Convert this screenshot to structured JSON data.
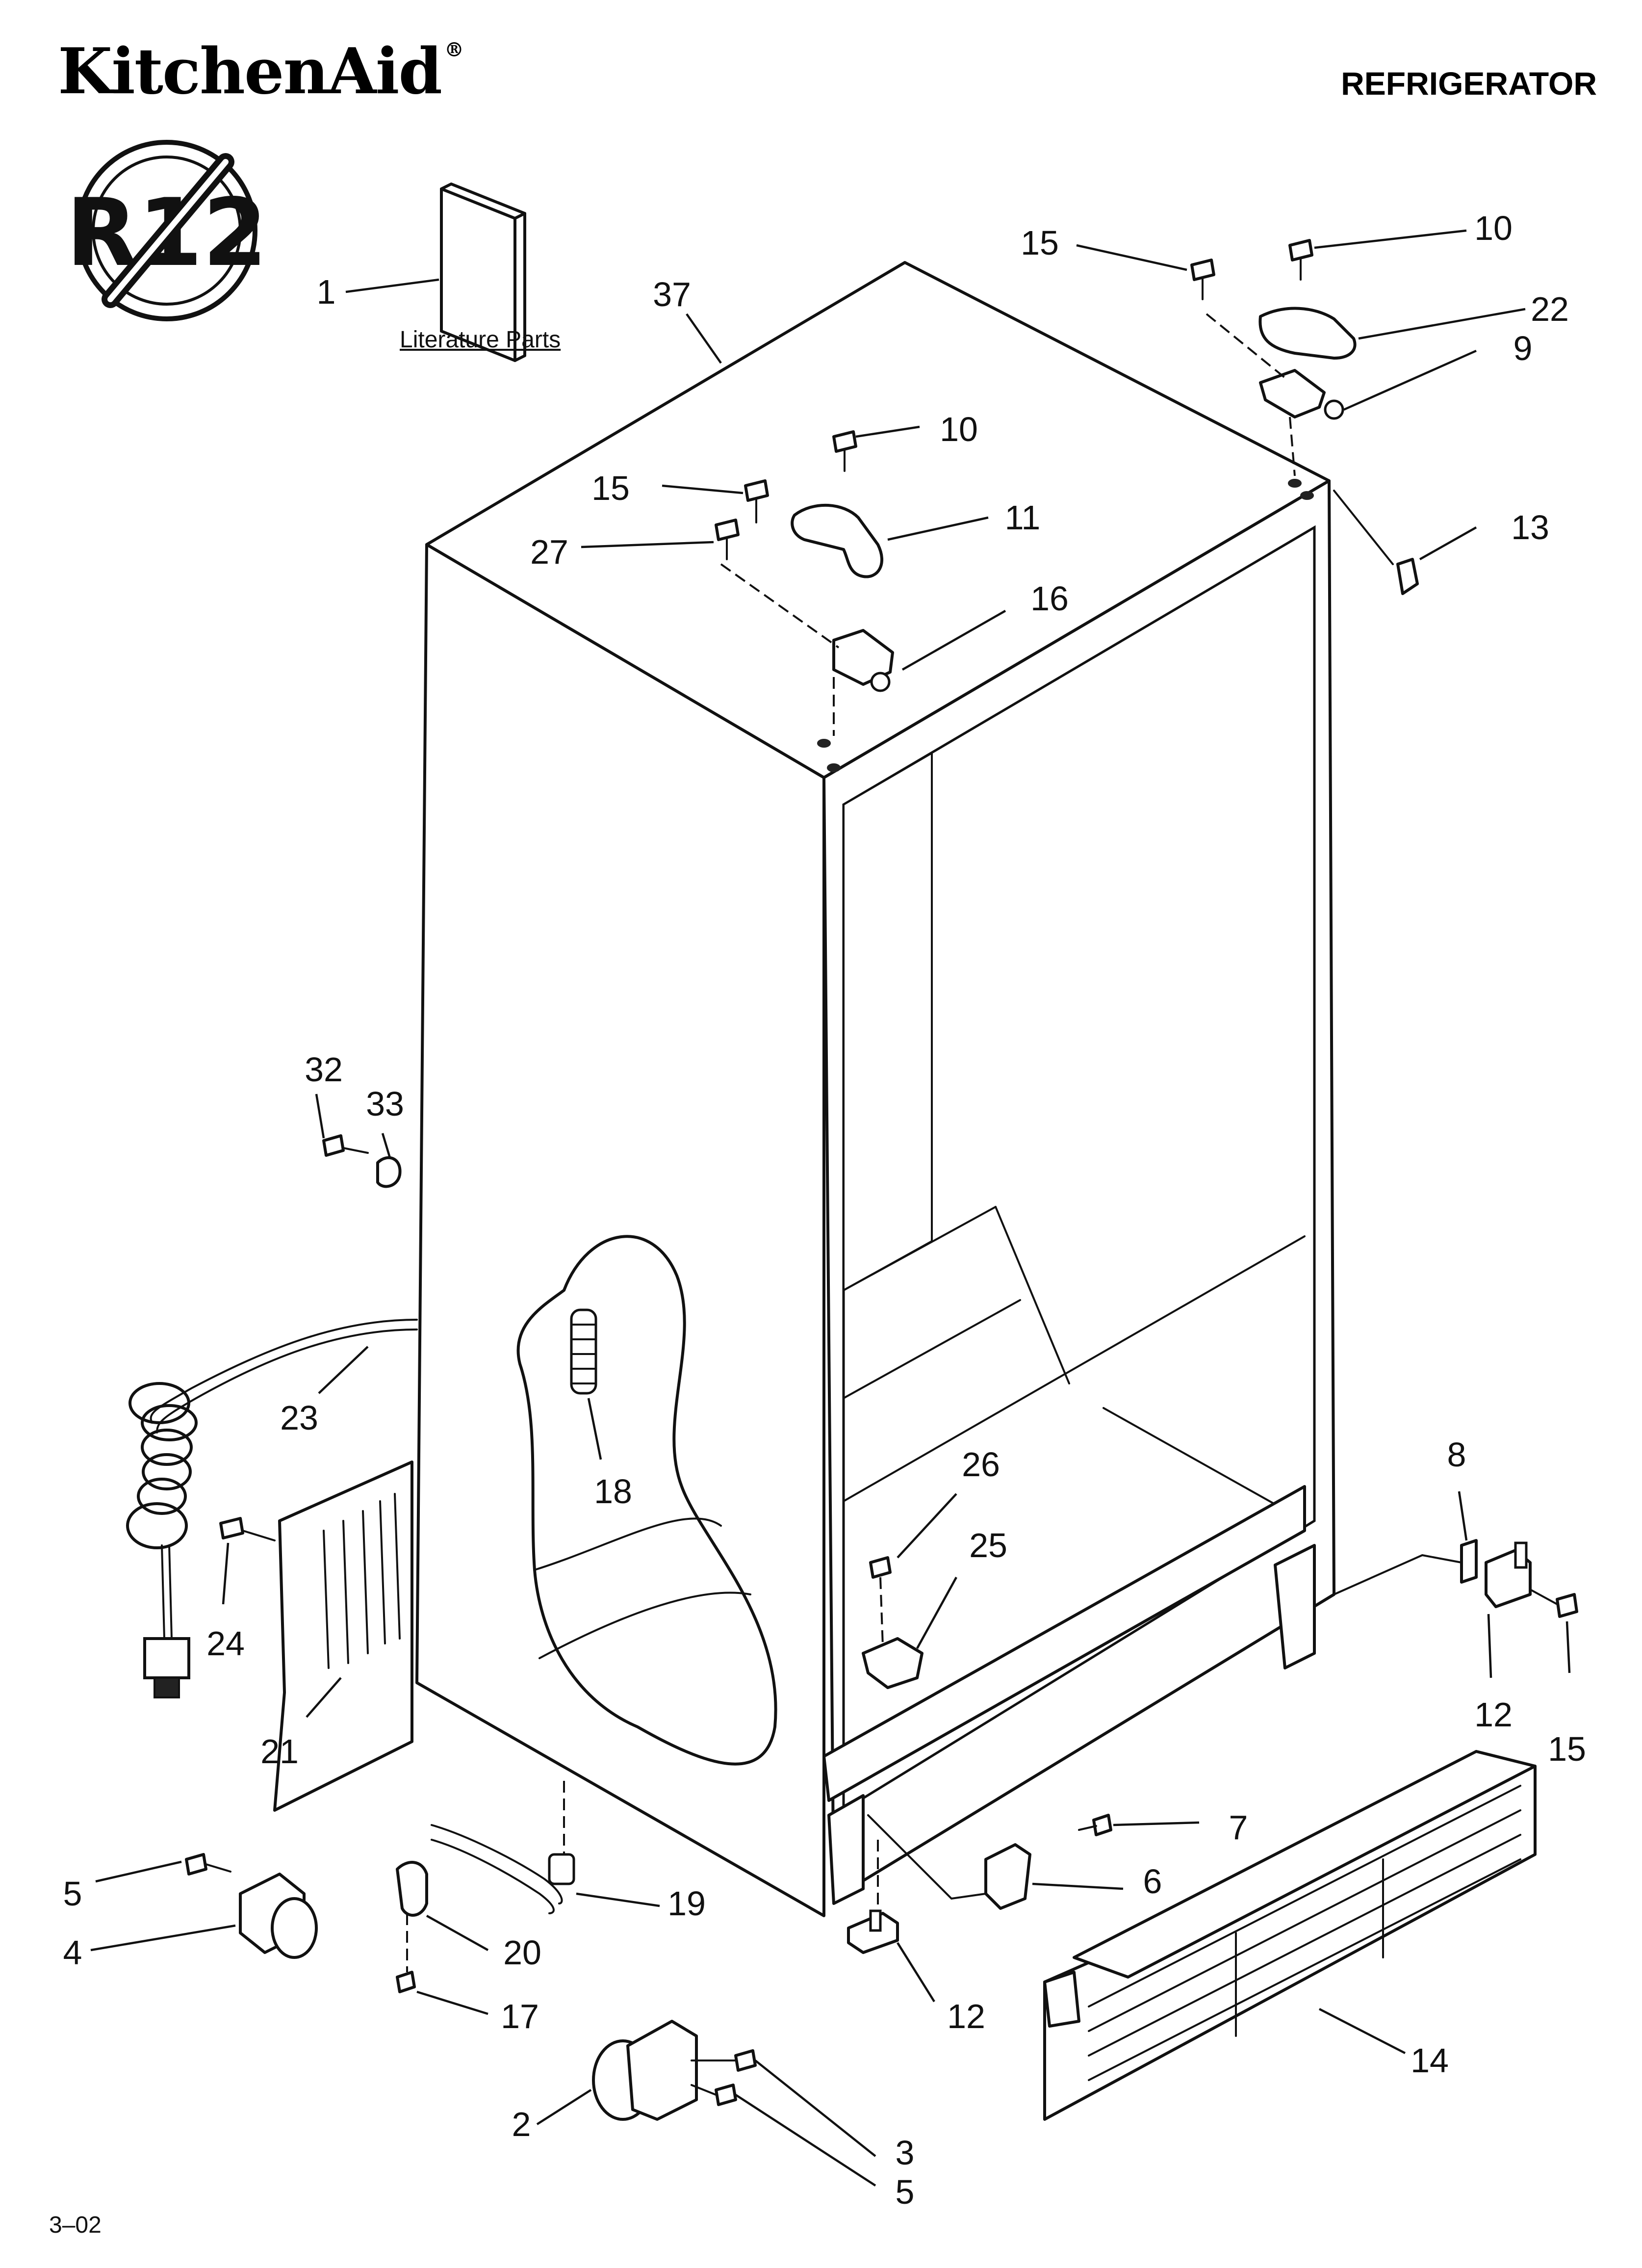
{
  "header": {
    "brand": "KitchenAid",
    "brand_mark": "®",
    "title": "REFRIGERATOR"
  },
  "badge": {
    "text": "R12"
  },
  "literature_label": "Literature Parts",
  "footer": {
    "date_code": "3–02"
  },
  "callouts": [
    {
      "label": "1",
      "part": "literature"
    },
    {
      "label": "37",
      "part": "cabinet"
    },
    {
      "label": "15",
      "part": "screw-top-right"
    },
    {
      "label": "10",
      "part": "screw-top-right"
    },
    {
      "label": "22",
      "part": "hinge-cover-right"
    },
    {
      "label": "9",
      "part": "hinge-top-right"
    },
    {
      "label": "10",
      "part": "screw-top-center"
    },
    {
      "label": "15",
      "part": "screw-top-center"
    },
    {
      "label": "11",
      "part": "hinge-cover-center"
    },
    {
      "label": "27",
      "part": "screw-top-center"
    },
    {
      "label": "16",
      "part": "hinge-top-center"
    },
    {
      "label": "13",
      "part": "clip"
    },
    {
      "label": "32",
      "part": "screw-side"
    },
    {
      "label": "33",
      "part": "plug-side"
    },
    {
      "label": "23",
      "part": "power-cord"
    },
    {
      "label": "18",
      "part": "spring"
    },
    {
      "label": "8",
      "part": "shim"
    },
    {
      "label": "26",
      "part": "screw-bottom"
    },
    {
      "label": "25",
      "part": "bracket-bottom"
    },
    {
      "label": "24",
      "part": "screw-panel"
    },
    {
      "label": "21",
      "part": "rear-panel"
    },
    {
      "label": "12",
      "part": "bracket-bottom-right"
    },
    {
      "label": "15",
      "part": "screw-bottom-right"
    },
    {
      "label": "7",
      "part": "screw-front"
    },
    {
      "label": "6",
      "part": "bracket-front"
    },
    {
      "label": "5",
      "part": "screw-roller"
    },
    {
      "label": "4",
      "part": "roller"
    },
    {
      "label": "19",
      "part": "drain-tube"
    },
    {
      "label": "20",
      "part": "clamp"
    },
    {
      "label": "17",
      "part": "screw-clamp"
    },
    {
      "label": "12",
      "part": "hinge-bottom"
    },
    {
      "label": "14",
      "part": "toe-grille"
    },
    {
      "label": "2",
      "part": "roller-front"
    },
    {
      "label": "3",
      "part": "screw-roller-front"
    },
    {
      "label": "5",
      "part": "screw-roller-front"
    }
  ]
}
